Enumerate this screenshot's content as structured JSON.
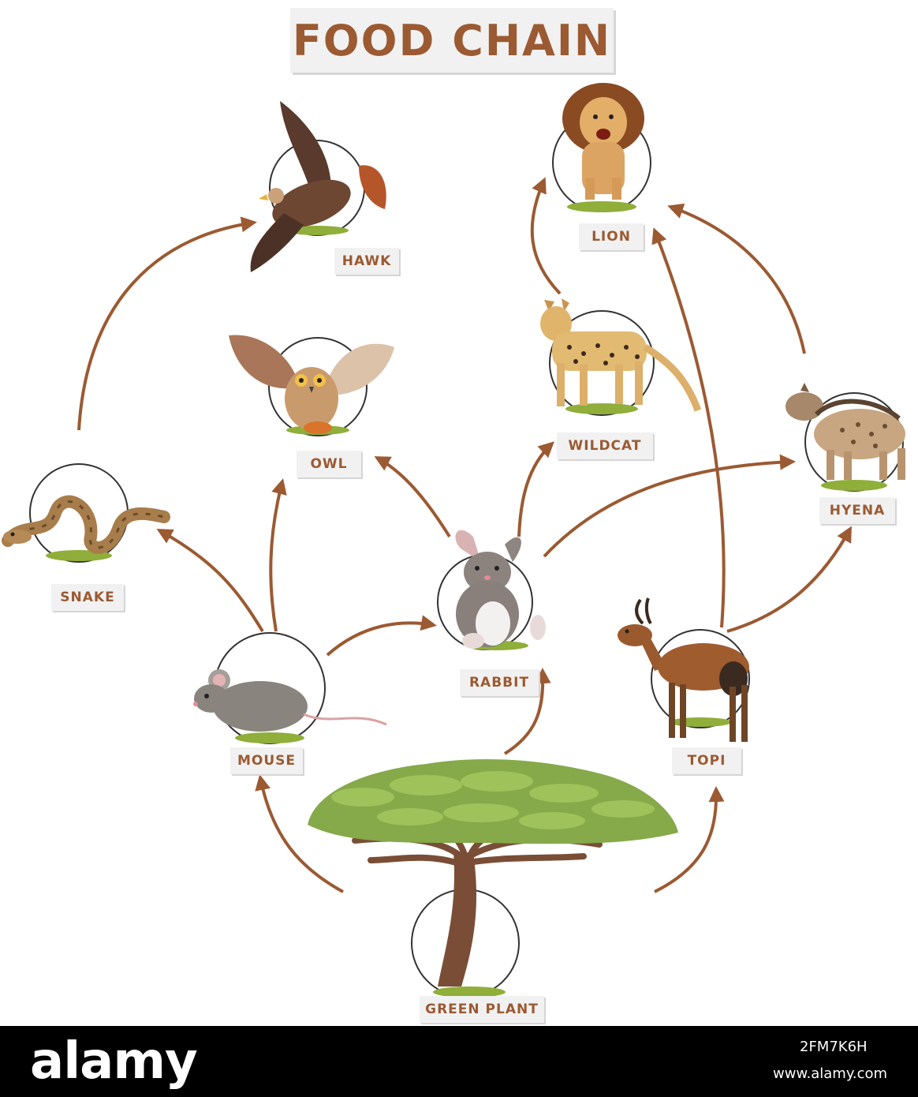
{
  "title": "FOOD CHAIN",
  "colors": {
    "arrow": "#9b5a32",
    "label_text": "#9b5a32",
    "label_bg": "#f1f1f1"
  },
  "organisms": {
    "hawk": "HAWK",
    "lion": "LION",
    "owl": "OWL",
    "wildcat": "WILDCAT",
    "snake": "SNAKE",
    "hyena": "HYENA",
    "rabbit": "RABBIT",
    "mouse": "MOUSE",
    "topi": "TOPI",
    "green_plant": "GREEN PLANT"
  },
  "links": [
    {
      "from": "green_plant",
      "to": "mouse"
    },
    {
      "from": "green_plant",
      "to": "rabbit"
    },
    {
      "from": "green_plant",
      "to": "topi"
    },
    {
      "from": "mouse",
      "to": "snake"
    },
    {
      "from": "mouse",
      "to": "owl"
    },
    {
      "from": "mouse",
      "to": "rabbit"
    },
    {
      "from": "rabbit",
      "to": "owl"
    },
    {
      "from": "rabbit",
      "to": "wildcat"
    },
    {
      "from": "rabbit",
      "to": "hyena"
    },
    {
      "from": "snake",
      "to": "hawk"
    },
    {
      "from": "wildcat",
      "to": "lion"
    },
    {
      "from": "topi",
      "to": "lion"
    },
    {
      "from": "topi",
      "to": "hyena"
    },
    {
      "from": "hyena",
      "to": "lion"
    }
  ],
  "footer": {
    "logo": "alamy",
    "image_id": "2FM7K6H",
    "url": "www.alamy.com"
  }
}
